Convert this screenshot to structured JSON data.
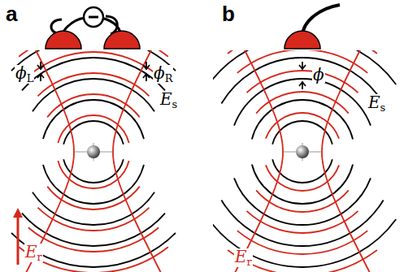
{
  "diagram": {
    "labels": [
      "a",
      "ϕL",
      "ϕR",
      "Es",
      "Er",
      "b",
      "ϕ",
      "Es",
      "Er"
    ]
  }
}
